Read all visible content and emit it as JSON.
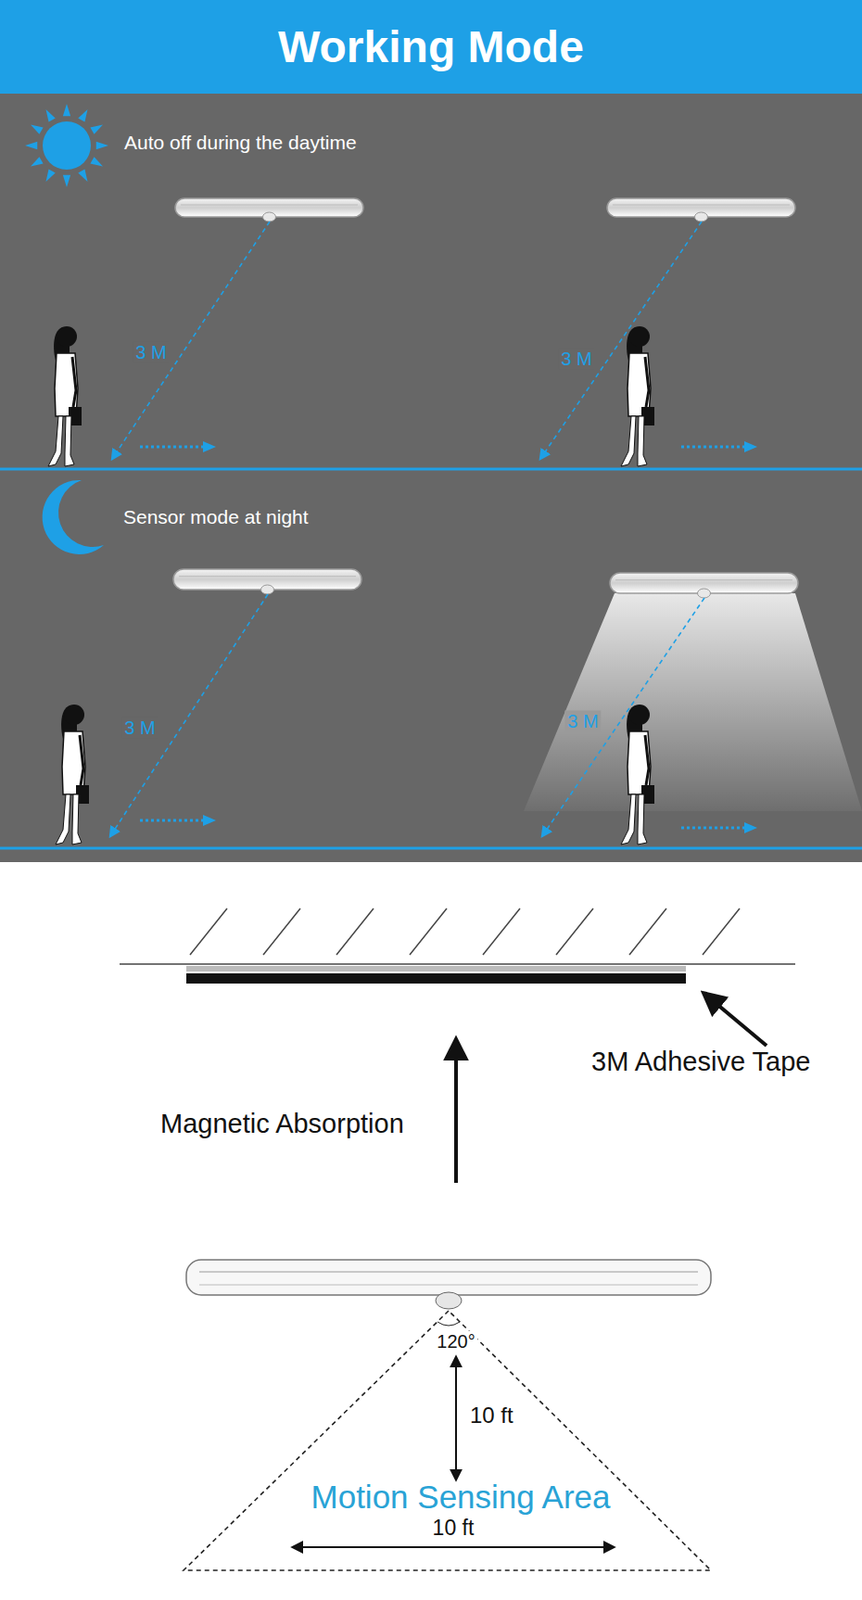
{
  "diagram": {
    "title": "Working Mode",
    "labels": [
      "Auto off during the daytime",
      "3 M",
      "3 M",
      "Sensor mode at night",
      "3 M",
      "3 M",
      "3M Adhesive Tape",
      "Magnetic Absorption",
      "120°",
      "10 ft",
      "Motion Sensing Area",
      "10 ft"
    ]
  }
}
